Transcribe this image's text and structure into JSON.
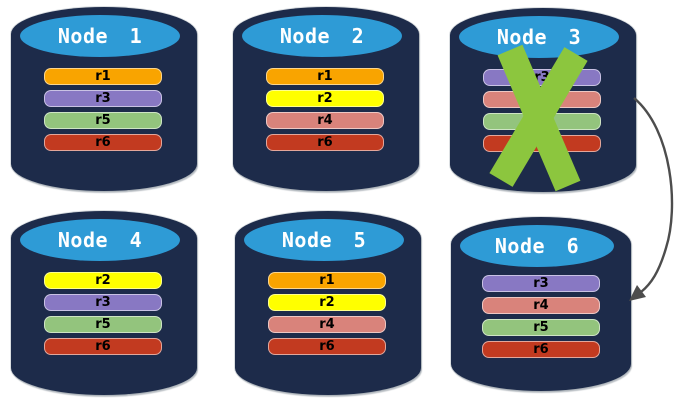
{
  "diagram": {
    "background": "#ffffff",
    "cylinder_body_color": "#1D2B4A",
    "cylinder_cap_color": "#2E9BD6",
    "title_text_color": "#ffffff"
  },
  "nodes": [
    {
      "title": "Node 1",
      "bars": [
        {
          "label": "r1",
          "color": "#F9A400"
        },
        {
          "label": "r3",
          "color": "#8878C3"
        },
        {
          "label": "r5",
          "color": "#93C47D"
        },
        {
          "label": "r6",
          "color": "#C23A20"
        }
      ]
    },
    {
      "title": "Node 2",
      "bars": [
        {
          "label": "r1",
          "color": "#F9A400"
        },
        {
          "label": "r2",
          "color": "#FFFF00"
        },
        {
          "label": "r4",
          "color": "#D9837B"
        },
        {
          "label": "r6",
          "color": "#C23A20"
        }
      ]
    },
    {
      "title": "Node 3",
      "bars": [
        {
          "label": "r3",
          "color": "#8878C3"
        },
        {
          "label": "r4",
          "color": "#D9837B"
        },
        {
          "label": "r5",
          "color": "#93C47D"
        },
        {
          "label": "r6",
          "color": "#C23A20"
        }
      ]
    },
    {
      "title": "Node 4",
      "bars": [
        {
          "label": "r2",
          "color": "#FFFF00"
        },
        {
          "label": "r3",
          "color": "#8878C3"
        },
        {
          "label": "r5",
          "color": "#93C47D"
        },
        {
          "label": "r6",
          "color": "#C23A20"
        }
      ]
    },
    {
      "title": "Node 5",
      "bars": [
        {
          "label": "r1",
          "color": "#F9A400"
        },
        {
          "label": "r2",
          "color": "#FFFF00"
        },
        {
          "label": "r4",
          "color": "#D9837B"
        },
        {
          "label": "r6",
          "color": "#C23A20"
        }
      ]
    },
    {
      "title": "Node 6",
      "bars": [
        {
          "label": "r3",
          "color": "#8878C3"
        },
        {
          "label": "r4",
          "color": "#D9837B"
        },
        {
          "label": "r5",
          "color": "#93C47D"
        },
        {
          "label": "r6",
          "color": "#C23A20"
        }
      ]
    }
  ],
  "failure_x": {
    "on_node": "Node 3",
    "color": "#8CC63E"
  },
  "arrow": {
    "from_node": "Node 3",
    "to_node": "Node 6",
    "color": "#4D4D4D"
  }
}
